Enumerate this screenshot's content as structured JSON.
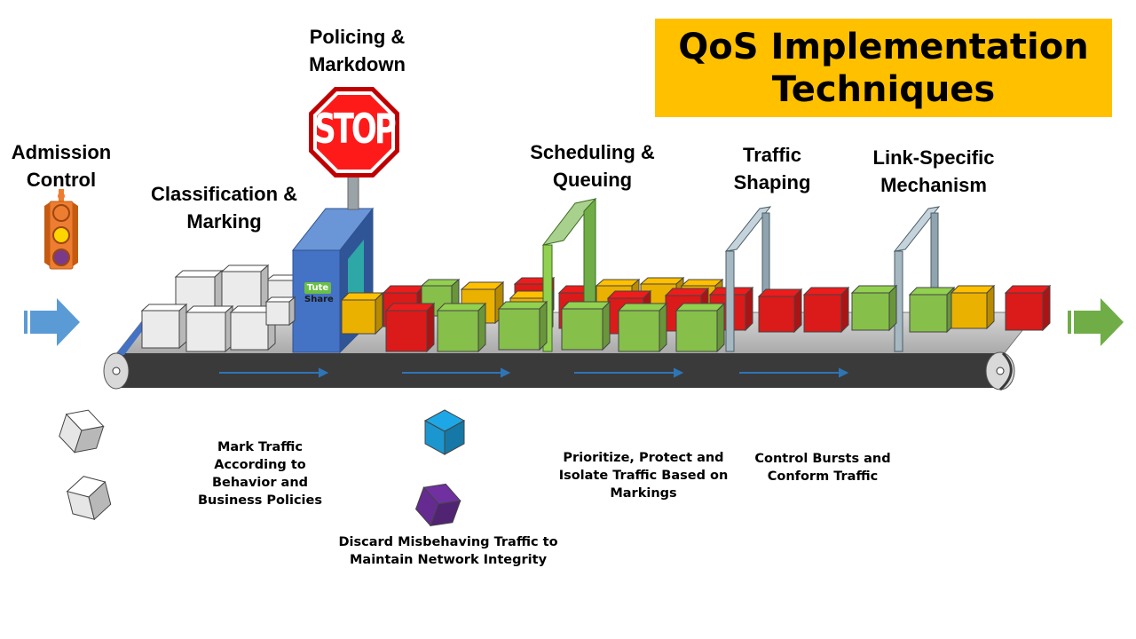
{
  "title": {
    "line1": "QoS Implementation",
    "line2": "Techniques",
    "bg_color": "#ffc000"
  },
  "stages": [
    {
      "id": "admission",
      "label": "Admission\nControl",
      "icon": "traffic-light-icon"
    },
    {
      "id": "classification",
      "label": "Classification &\nMarking",
      "description": "Mark Traffic\nAccording to\nBehavior and\nBusiness Policies"
    },
    {
      "id": "policing",
      "label": "Policing &\nMarkdown",
      "icon": "stop-sign-icon",
      "sign_text": "STOP",
      "description": "Discard Misbehaving Traffic to\nMaintain Network Integrity"
    },
    {
      "id": "scheduling",
      "label": "Scheduling &\nQueuing",
      "description": "Prioritize, Protect and\nIsolate Traffic Based on\nMarkings"
    },
    {
      "id": "shaping",
      "label": "Traffic\nShaping",
      "description": "Control Bursts and\nConform Traffic"
    },
    {
      "id": "link",
      "label": "Link-Specific\nMechanism"
    }
  ],
  "watermark": {
    "line1": "Tute",
    "line2": "Share"
  },
  "colors": {
    "red": "#ee1c1c",
    "green": "#92d050",
    "orange": "#ffc000",
    "white": "#ffffff",
    "blue_box": "#4472c4",
    "blue_cube": "#1ea7e6",
    "purple_cube": "#7030a0",
    "belt": "#3a3a3a",
    "arrow_in": "#5b9bd5",
    "arrow_out": "#70ad47",
    "gate_green": "#92d050",
    "gate_gray": "#a6b8c2"
  },
  "icons": [
    "traffic-light-icon",
    "stop-sign-icon",
    "input-arrow-icon",
    "output-arrow-icon",
    "conveyor-belt-icon"
  ]
}
